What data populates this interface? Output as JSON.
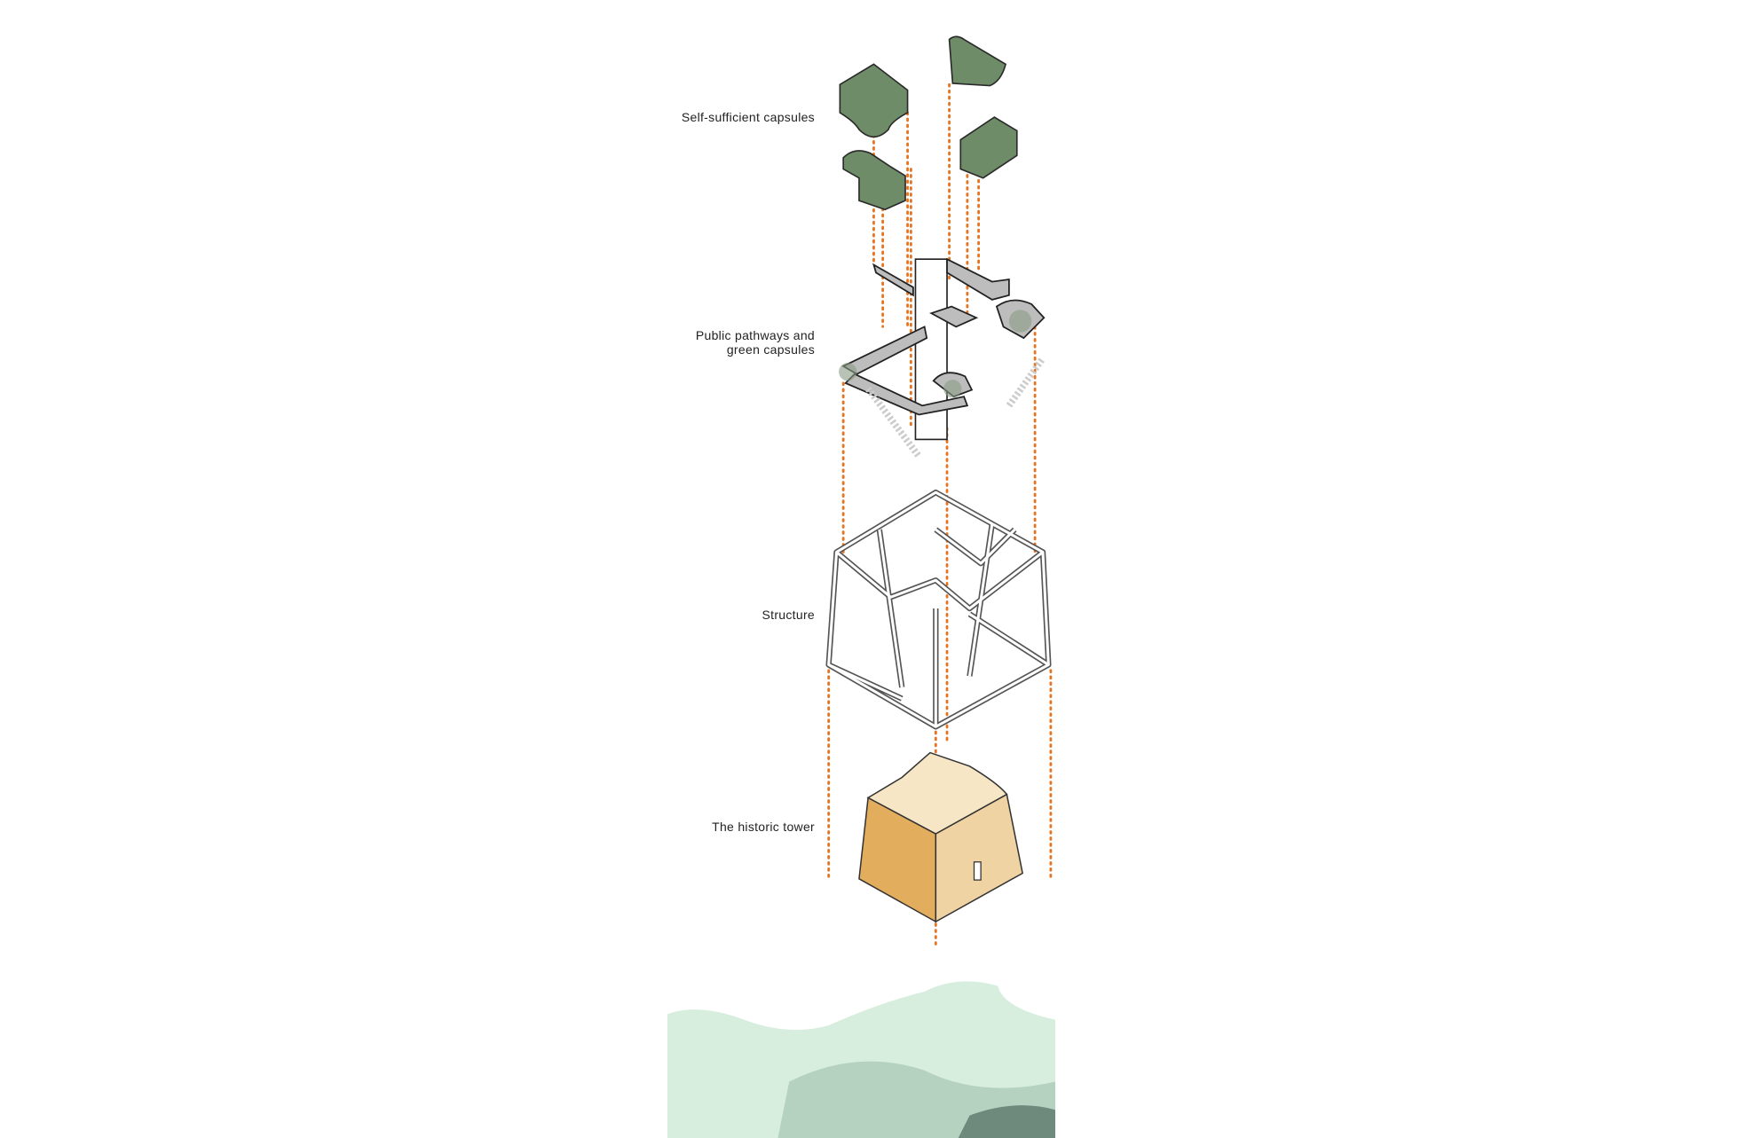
{
  "labels": {
    "capsules": "Self-sufficient capsules",
    "pathways": "Public pathways and\ngreen capsules",
    "structure": "Structure",
    "tower": "The historic tower"
  },
  "colors": {
    "capsule": "#6f8c68",
    "leader_lines": "#e8731f",
    "tower": "#e7b66b",
    "terrain": "#d7eedf"
  }
}
